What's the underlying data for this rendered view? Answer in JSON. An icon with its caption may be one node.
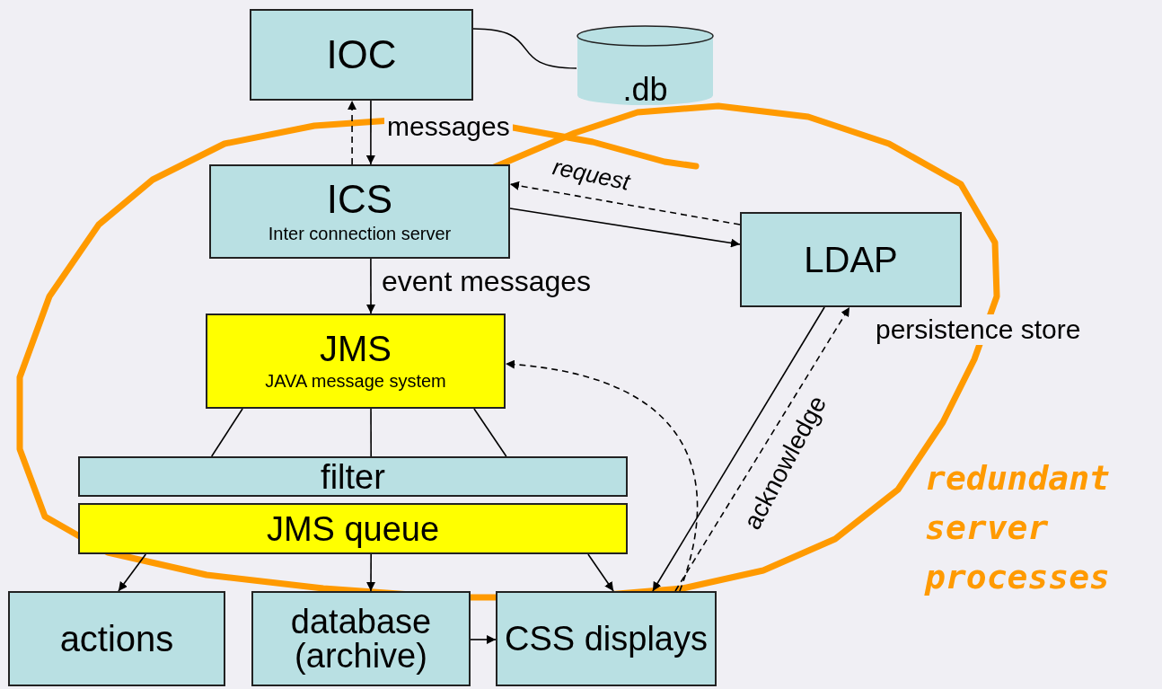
{
  "diagram": {
    "nodes": [
      {
        "text": [
          "IOC"
        ]
      },
      {
        "text": [
          ".db"
        ]
      },
      {
        "text": [
          "ICS",
          "Inter connection server"
        ]
      },
      {
        "text": [
          "LDAP"
        ],
        "beside": [
          "persistence store"
        ]
      },
      {
        "text": [
          "JMS",
          "JAVA message system"
        ]
      },
      {
        "text": [
          "filter"
        ]
      },
      {
        "text": [
          "JMS queue"
        ]
      },
      {
        "text": [
          "actions"
        ]
      },
      {
        "text": [
          "database (archive)"
        ]
      },
      {
        "text": [
          "CSS displays"
        ]
      }
    ],
    "edges": [
      {
        "from": 0,
        "to": 1,
        "arrow": "none"
      },
      {
        "from": 2,
        "to": 0,
        "arrow": "to",
        "style": "dashed"
      },
      {
        "from": 0,
        "to": 2,
        "arrow": "to",
        "label": "messages"
      },
      {
        "from": 3,
        "to": 2,
        "arrow": "to",
        "style": "dashed",
        "label": "request"
      },
      {
        "from": 2,
        "to": 3,
        "arrow": "to"
      },
      {
        "from": 2,
        "to": 4,
        "arrow": "to",
        "label": "event messages"
      },
      {
        "from": 4,
        "to": 5,
        "arrow": "none"
      },
      {
        "from": 4,
        "to": 5,
        "arrow": "none"
      },
      {
        "from": 4,
        "to": 5,
        "arrow": "none"
      },
      {
        "from": 6,
        "to": 7,
        "arrow": "to"
      },
      {
        "from": 6,
        "to": 8,
        "arrow": "to"
      },
      {
        "from": 6,
        "to": 9,
        "arrow": "to"
      },
      {
        "from": 9,
        "to": 4,
        "arrow": "to",
        "style": "dashed"
      },
      {
        "from": 3,
        "to": 9,
        "arrow": "to"
      },
      {
        "from": 9,
        "to": 3,
        "arrow": "to",
        "style": "dashed",
        "label": "acknowledge"
      },
      {
        "from": 8,
        "to": 9,
        "arrow": "to"
      }
    ],
    "labels": [
      "redundant server processes"
    ]
  }
}
